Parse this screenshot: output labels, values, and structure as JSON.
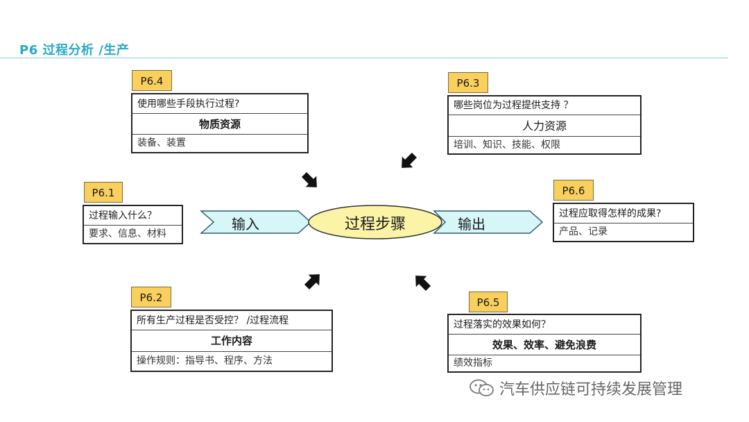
{
  "header": {
    "title": "P6  过程分析 /生产"
  },
  "center": {
    "label": "过程步骤"
  },
  "flow": {
    "input_label": "输入",
    "output_label": "输出"
  },
  "nodes": {
    "p61": {
      "tag": "P6.1",
      "question": "过程输入什么？",
      "detail": "要求、信息、材料"
    },
    "p62": {
      "tag": "P6.2",
      "question": "所有生产过程是否受控？ /过程流程",
      "resource": "工作内容",
      "detail": "操作规则：指导书、程序、方法"
    },
    "p63": {
      "tag": "P6.3",
      "question": "哪些岗位为过程提供支持 ？",
      "resource": "人力资源",
      "detail": "培训、知识、技能、权限"
    },
    "p64": {
      "tag": "P6.4",
      "question": "使用哪些手段执行过程?",
      "resource": "物质资源",
      "detail": "装备、装置"
    },
    "p65": {
      "tag": "P6.5",
      "question": "过程落实的效果如何？",
      "resource": "效果、效率、避免浪费",
      "detail": "绩效指标"
    },
    "p66": {
      "tag": "P6.6",
      "question": "过程应取得怎样的成果?",
      "detail": "产品、记录"
    }
  },
  "watermark": {
    "text": "汽车供应链可持续发展管理"
  },
  "colors": {
    "accent": "#2aa8c8",
    "tag_fill": "#f9cf5e",
    "arrow_fill": "#d6f6f8",
    "center_fill": "#fbf4a6"
  }
}
